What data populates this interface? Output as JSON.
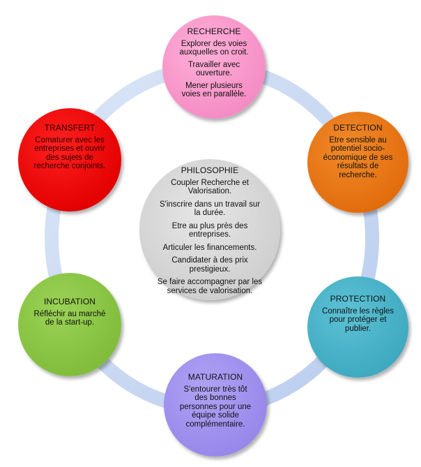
{
  "diagram": {
    "center": {
      "title": "PHILOSOPHIE",
      "items": [
        "Coupler Recherche et Valorisation.",
        "S'inscrire dans un travail sur la durée.",
        "Etre au plus près des entreprises.",
        "Articuler les financements.",
        "Candidater à des prix prestigieux.",
        "Se faire accompagner par les services de valorisation."
      ]
    },
    "nodes": [
      {
        "title": "RECHERCHE",
        "color": "#f48cc4",
        "items": [
          "Explorer des voies auxquelles on croit.",
          "Travailler avec ouverture.",
          "Mener plusieurs voies en parallèle."
        ]
      },
      {
        "title": "DETECTION",
        "color": "#e26c0c",
        "items": [
          "Etre sensible au potentiel socio-économique de ses résultats de recherche."
        ]
      },
      {
        "title": "PROTECTION",
        "color": "#3ea9c0",
        "items": [
          "Connaître les règles pour protéger et publier."
        ]
      },
      {
        "title": "MATURATION",
        "color": "#9787ea",
        "items": [
          "S'entourer très tôt des bonnes personnes pour une équipe solide complémentaire."
        ]
      },
      {
        "title": "INCUBATION",
        "color": "#80bd3b",
        "items": [
          "Réfléchir au marché de la start-up."
        ]
      },
      {
        "title": "TRANSFERT",
        "color": "#e20000",
        "items": [
          "Comaturer avec les entreprises et ouvrir des sujets de recherche conjoints."
        ]
      }
    ],
    "ring_color": "#c9d9f2"
  }
}
